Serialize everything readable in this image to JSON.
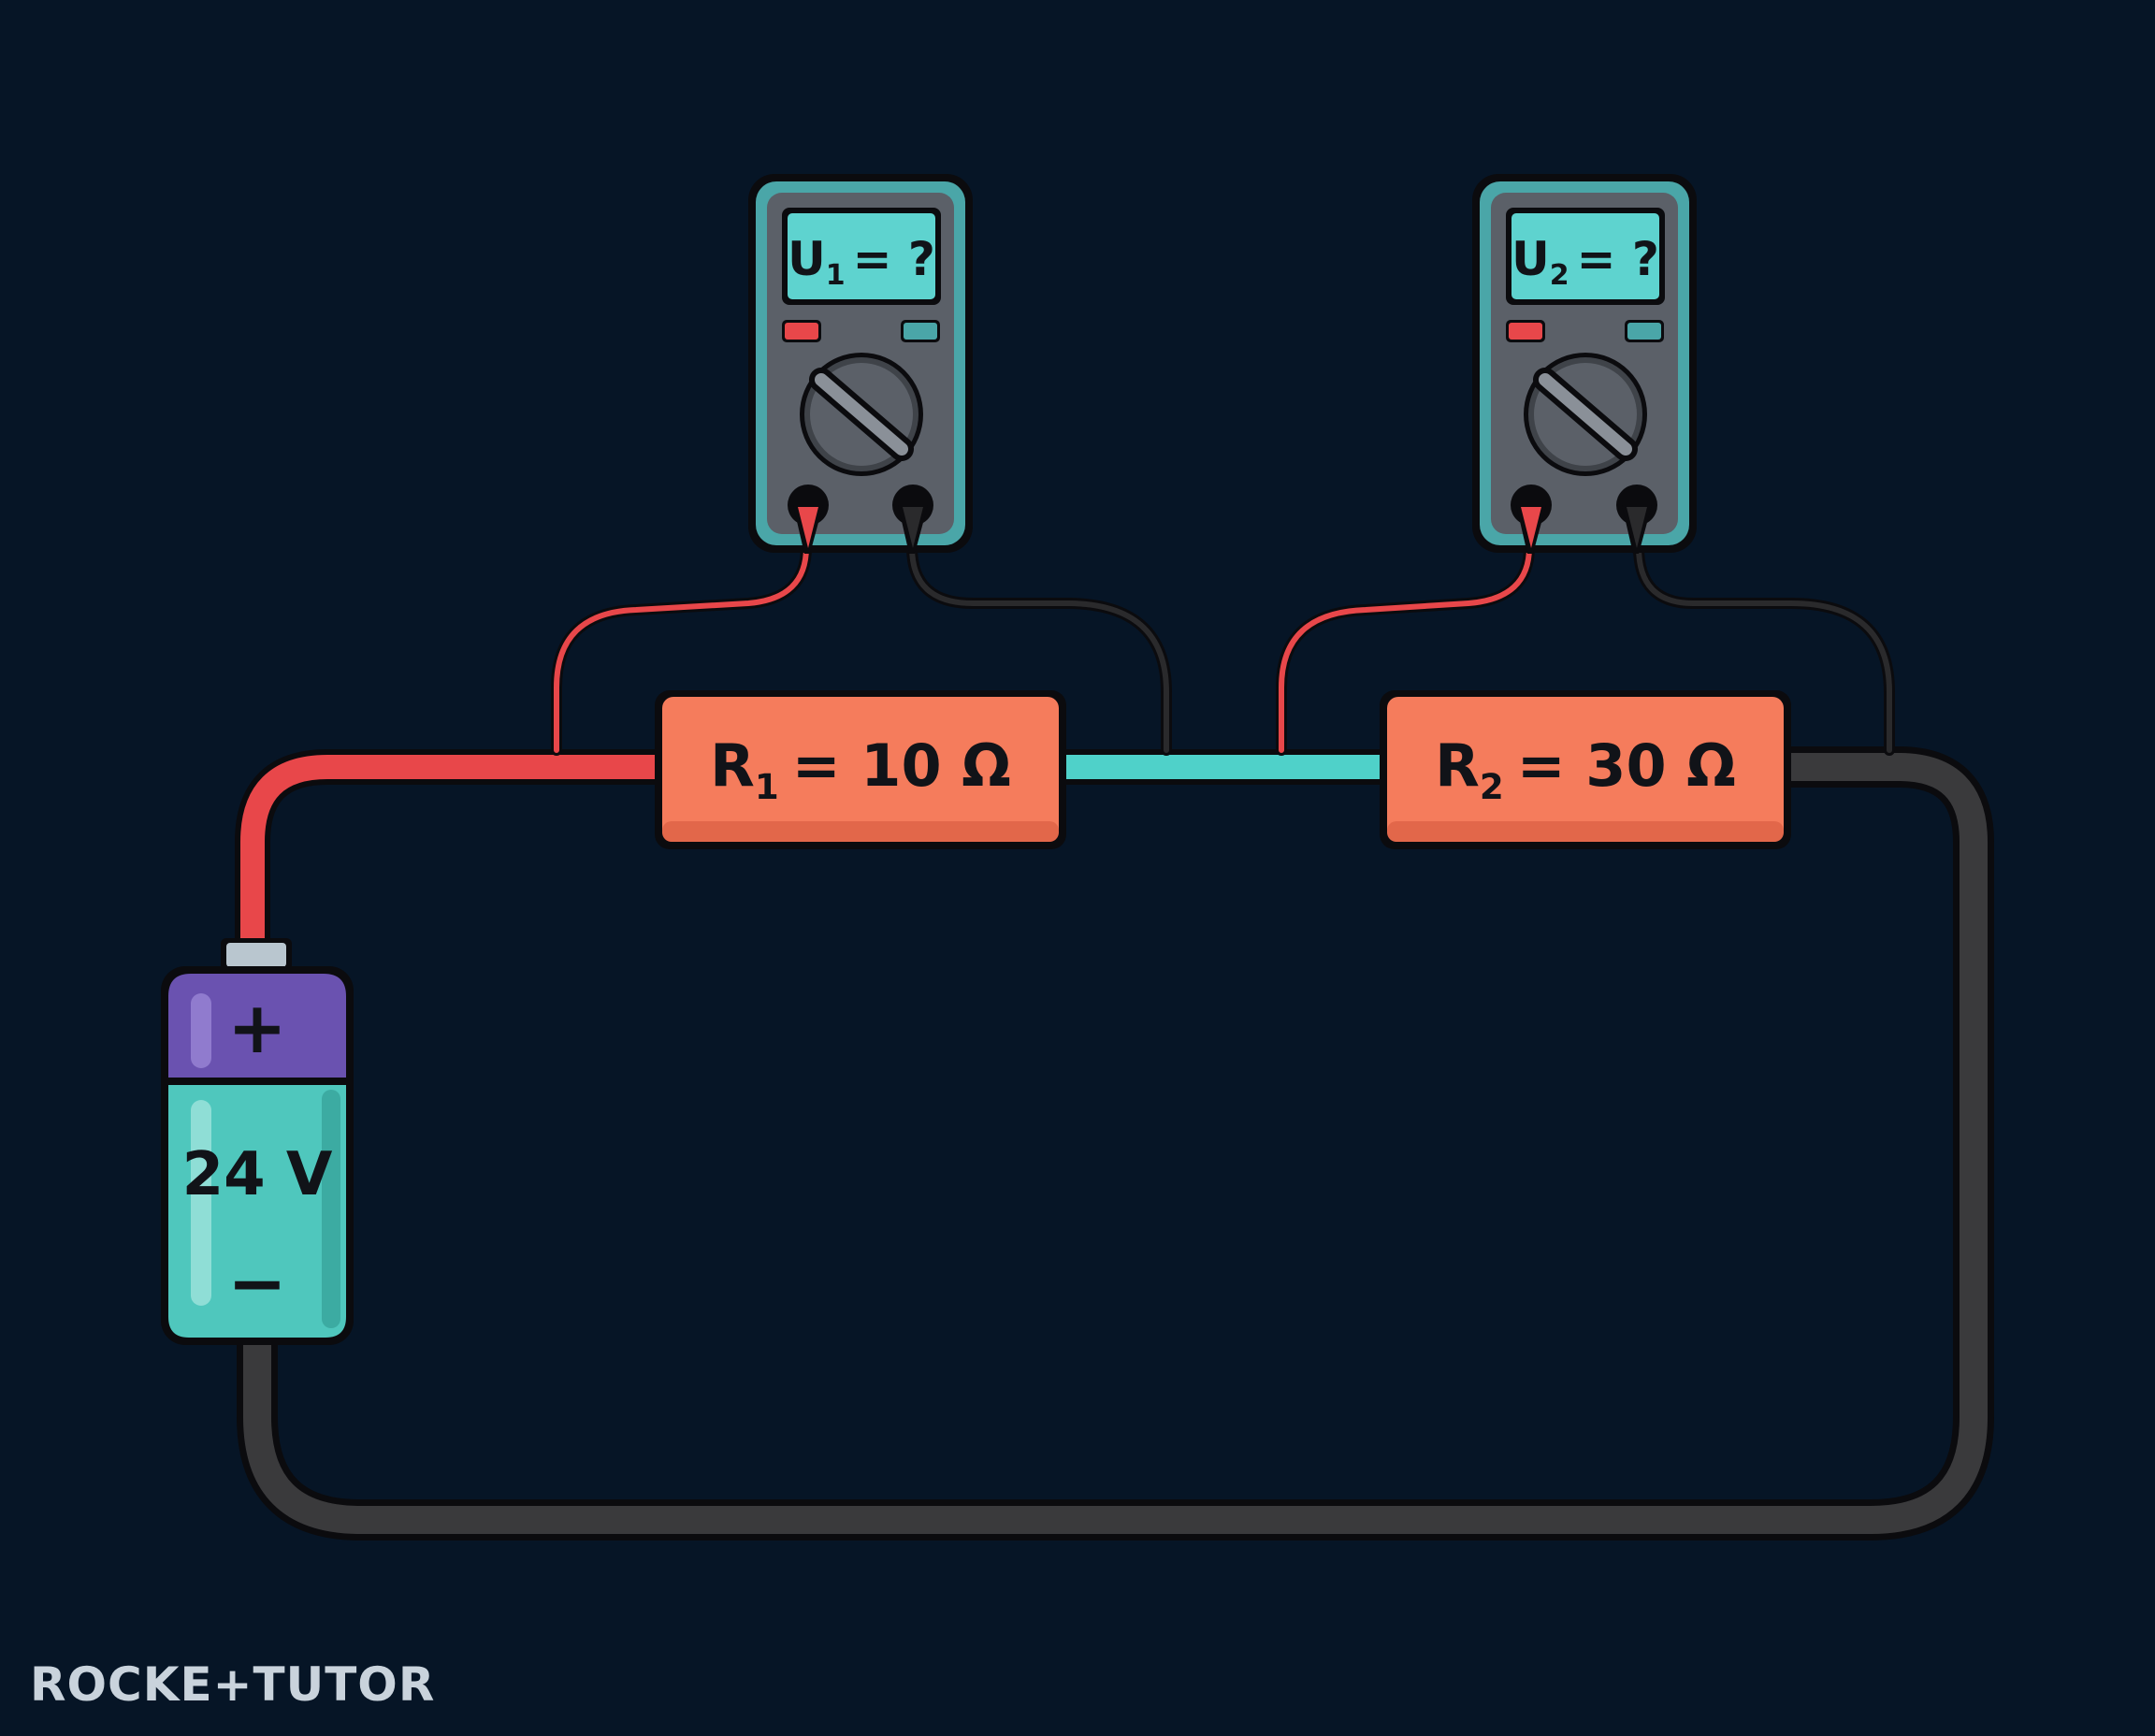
{
  "resistors": [
    {
      "name": "R",
      "sub": "1",
      "value": "= 10 Ω"
    },
    {
      "name": "R",
      "sub": "2",
      "value": "= 30 Ω"
    }
  ],
  "meters": [
    {
      "name": "U",
      "sub": "1",
      "value": "= ?"
    },
    {
      "name": "U",
      "sub": "2",
      "value": "= ?"
    }
  ],
  "battery": {
    "voltage": "24 V",
    "plus": "+",
    "minus": "−"
  },
  "brand": {
    "text": "ROCKE+TUTOR"
  },
  "colors": {
    "background": "#061526",
    "wire_red": "#e8474a",
    "wire_black": "#3a3a3c",
    "wire_teal": "#4fd1c9",
    "resistor": "#f57c5c",
    "meter_body": "#5b6068",
    "meter_screen": "#5ed3cf",
    "battery_top": "#6a52b0",
    "battery_body": "#4fc7bd"
  }
}
